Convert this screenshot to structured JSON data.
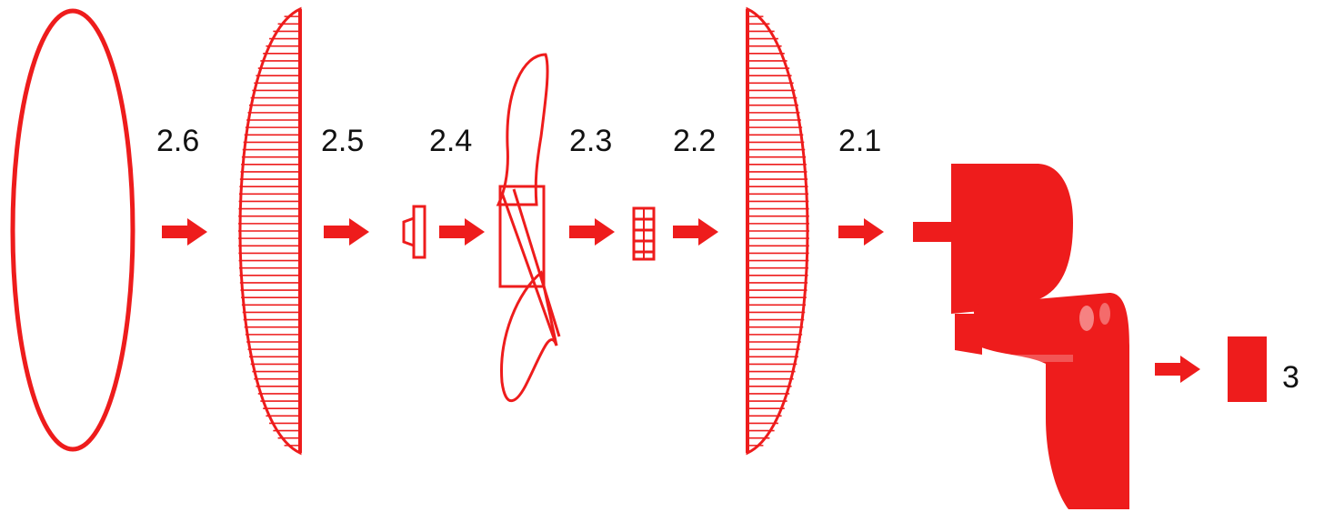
{
  "diagram": {
    "accent_color": "#ee1c1c",
    "parts": [
      {
        "label": "2.6",
        "icon": "front-ring-icon"
      },
      {
        "label": "2.5",
        "icon": "front-grille-icon"
      },
      {
        "label": "2.4",
        "icon": "spinner-cap-icon"
      },
      {
        "label": "2.3",
        "icon": "fan-blade-icon"
      },
      {
        "label": "2.2",
        "icon": "rear-nut-icon"
      },
      {
        "label": "2.1",
        "icon": "rear-grille-icon"
      },
      {
        "label": "3",
        "icon": "bracket-icon"
      }
    ],
    "assembly_icon": "motor-housing-icon",
    "connector_icon": "arrow-right-icon"
  }
}
